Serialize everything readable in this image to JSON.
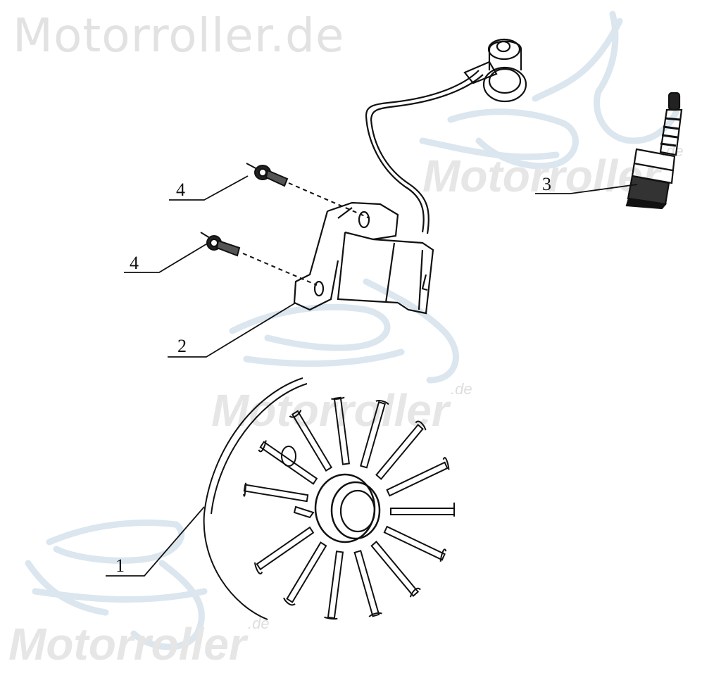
{
  "watermarks": {
    "top": "Motorroller.de",
    "brand": "Motorroller",
    "tld": ".de"
  },
  "callouts": [
    {
      "number": "1",
      "part": "flywheel"
    },
    {
      "number": "2",
      "part": "ignition-coil"
    },
    {
      "number": "3",
      "part": "spark-plug"
    },
    {
      "number": "4",
      "part": "bolt-upper"
    },
    {
      "number": "4",
      "part": "bolt-lower"
    }
  ],
  "colors": {
    "line": "#111111",
    "watermark_text": "#e2e2e2",
    "watermark_scooter": "#dbe6ef"
  }
}
